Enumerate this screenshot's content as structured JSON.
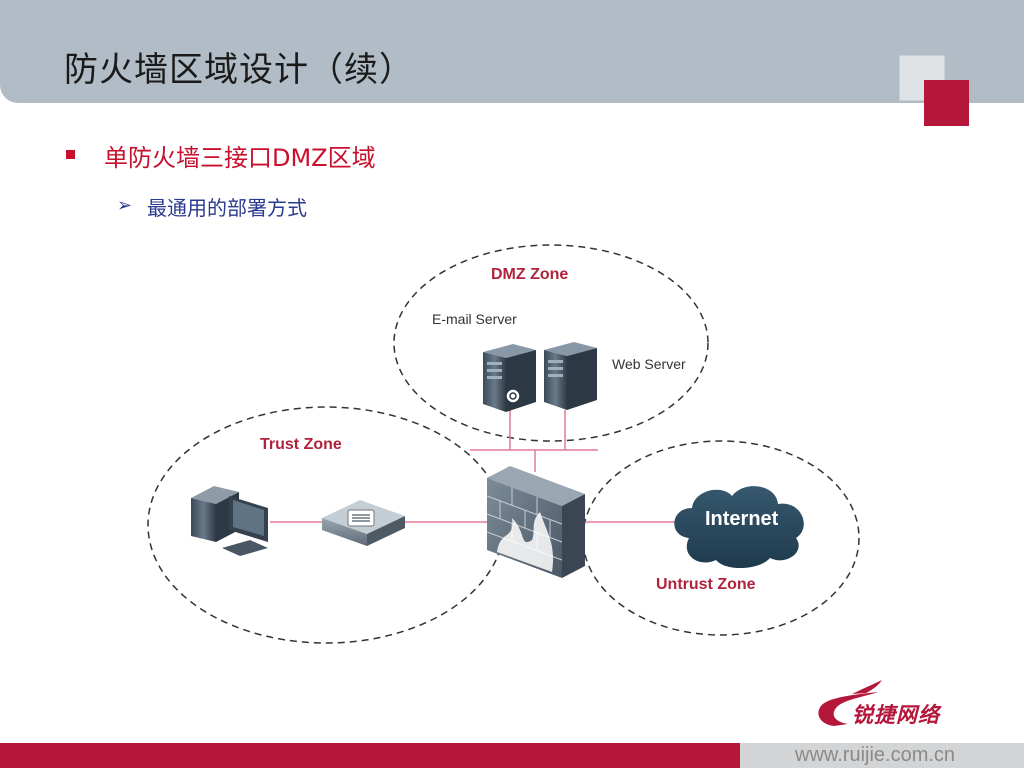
{
  "title": "防火墙区域设计（续）",
  "bullet": {
    "main": "单防火墙三接口DMZ区域",
    "sub_marker": "➢",
    "sub": "最通用的部署方式"
  },
  "diagram": {
    "zones": {
      "dmz": "DMZ Zone",
      "trust": "Trust Zone",
      "untrust": "Untrust Zone"
    },
    "servers": {
      "email": "E-mail Server",
      "web": "Web Server"
    },
    "internet": "Internet"
  },
  "logo": {
    "text": "锐捷网络"
  },
  "footer": {
    "url": "www.ruijie.com.cn"
  },
  "colors": {
    "header_bg": "#b1bcc6",
    "accent_red": "#b5173a",
    "zone_label": "#b0233c",
    "link_line": "#e07a9a",
    "subtitle_blue": "#2a3a8f"
  }
}
